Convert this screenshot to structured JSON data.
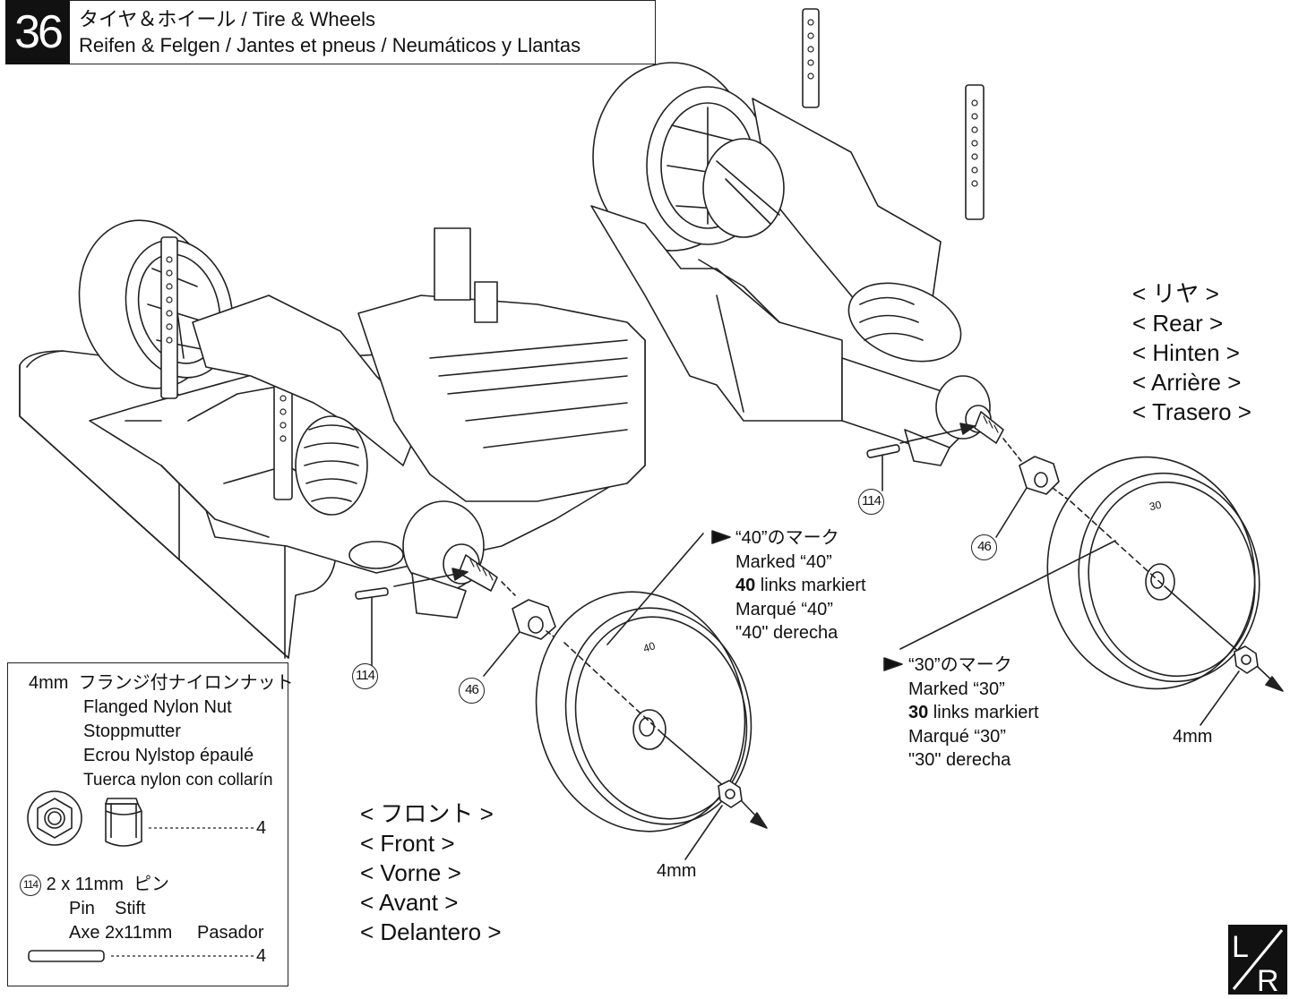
{
  "header": {
    "step": "36",
    "title_line1": "タイヤ＆ホイール / Tire & Wheels",
    "title_line2": "Reifen & Felgen / Jantes et pneus / Neumáticos y Llantas"
  },
  "rear_label": [
    "< リヤ >",
    "< Rear >",
    "< Hinten >",
    "< Arrière >",
    "< Trasero >"
  ],
  "front_label": [
    "< フロント >",
    "< Front >",
    "< Vorne >",
    "< Avant >",
    "< Delantero >"
  ],
  "mark40": {
    "line1": "“40”のマーク",
    "line2": "Marked “40”",
    "line3_bold": "40",
    "line3_rest": " links markiert",
    "line4": "Marqué “40”",
    "line5": "\"40\" derecha",
    "tire_mark": "40"
  },
  "mark30": {
    "line1": "“30”のマーク",
    "line2": "Marked “30”",
    "line3_bold": "30",
    "line3_rest": " links markiert",
    "line4": "Marqué “30”",
    "line5": "\"30\" derecha",
    "tire_mark": "30"
  },
  "callouts": {
    "pin_part": "114",
    "hex_part": "46",
    "nut_size": "4mm"
  },
  "parts": {
    "nut": {
      "size": "4mm",
      "name_jp": "フランジ付ナイロンナット",
      "name_en": "Flanged Nylon Nut",
      "name_de": "Stoppmutter",
      "name_fr": "Ecrou Nylstop épaulé",
      "name_es": "Tuerca nylon con collarín",
      "qty": "4"
    },
    "pin": {
      "number": "114",
      "spec": "2 x 11mm",
      "name_jp": "ピン",
      "name_en": "Pin",
      "name_de": "Stift",
      "name_fr": "Axe 2x11mm",
      "name_es": "Pasador",
      "qty": "4"
    }
  },
  "corner_icon": {
    "top": "L",
    "bottom": "R"
  }
}
